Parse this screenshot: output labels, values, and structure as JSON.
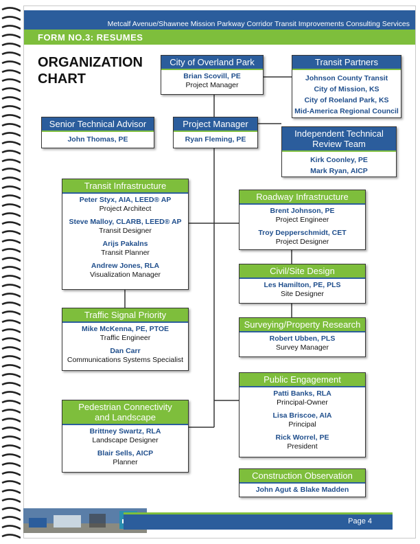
{
  "header": {
    "project_title": "Metcalf Avenue/Shawnee Mission Parkway Corridor Transit Improvements Consulting Services",
    "form_label": "FORM NO.3:  RESUMES"
  },
  "chart": {
    "title_line1": "ORGANIZATION",
    "title_line2": "CHART"
  },
  "boxes": {
    "client": {
      "title": "City of Overland Park",
      "people": [
        {
          "name": "Brian Scovill, PE",
          "role": "Project Manager"
        }
      ]
    },
    "partners": {
      "title": "Transit Partners",
      "items": [
        "Johnson County Transit",
        "City of Mission, KS",
        "City of Roeland Park, KS",
        "Mid-America Regional Council"
      ]
    },
    "advisor": {
      "title": "Senior Technical Advisor",
      "people": [
        {
          "name": "John Thomas, PE"
        }
      ]
    },
    "pm": {
      "title": "Project Manager",
      "people": [
        {
          "name": "Ryan Fleming, PE"
        }
      ]
    },
    "review": {
      "title_line1": "Independent Technical",
      "title_line2": "Review Team",
      "people": [
        {
          "name": "Kirk Coonley, PE"
        },
        {
          "name": "Mark Ryan, AICP"
        }
      ]
    },
    "transit_infra": {
      "title": "Transit Infrastructure",
      "people": [
        {
          "name": "Peter Styx, AIA, LEED® AP",
          "role": "Project Architect"
        },
        {
          "name": "Steve Malloy, CLARB, LEED® AP",
          "role": "Transit Designer"
        },
        {
          "name": "Arijs Pakalns",
          "role": "Transit Planner"
        },
        {
          "name": "Andrew Jones, RLA",
          "role": "Visualization Manager"
        }
      ]
    },
    "roadway": {
      "title": "Roadway Infrastructure",
      "people": [
        {
          "name": "Brent Johnson, PE",
          "role": "Project Engineer"
        },
        {
          "name": "Troy Depperschmidt, CET",
          "role": "Project Designer"
        }
      ]
    },
    "civil": {
      "title": "Civil/Site Design",
      "people": [
        {
          "name": "Les Hamilton, PE, PLS",
          "role": "Site Designer"
        }
      ]
    },
    "traffic": {
      "title": "Traffic Signal Priority",
      "people": [
        {
          "name": "Mike McKenna, PE, PTOE",
          "role": "Traffic Engineer"
        },
        {
          "name": "Dan Carr",
          "role": "Communications Systems Specialist"
        }
      ]
    },
    "survey": {
      "title": "Surveying/Property Research",
      "people": [
        {
          "name": "Robert Ubben, PLS",
          "role": "Survey Manager"
        }
      ]
    },
    "public": {
      "title": "Public Engagement",
      "people": [
        {
          "name": "Patti Banks, RLA",
          "role": "Principal-Owner"
        },
        {
          "name": "Lisa Briscoe, AIA",
          "role": "Principal"
        },
        {
          "name": "Rick Worrel, PE",
          "role": "President"
        }
      ]
    },
    "ped": {
      "title_line1": "Pedestrian Connectivity",
      "title_line2": "and Landscape",
      "people": [
        {
          "name": "Brittney Swartz, RLA",
          "role": "Landscape Designer"
        },
        {
          "name": "Blair Sells, AICP",
          "role": "Planner"
        }
      ]
    },
    "construction": {
      "title": "Construction Observation",
      "people": [
        {
          "name": "John Agut & Blake Madden"
        }
      ]
    }
  },
  "footer": {
    "page_label": "Page 4"
  },
  "colors": {
    "blue": "#2b5d9c",
    "green": "#7ebe3c",
    "name_blue": "#1f4e8c"
  }
}
